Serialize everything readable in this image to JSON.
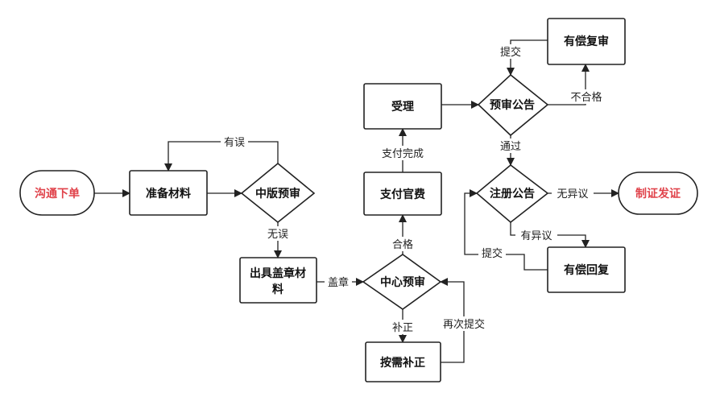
{
  "colors": {
    "stroke": "#222222",
    "text": "#111111",
    "terminal_text": "#e0424a",
    "background": "#ffffff"
  },
  "nodes": {
    "start": "沟通下单",
    "prepare": "准备材料",
    "zhongban_review": "中版预审",
    "stamp_line1": "出具盖章材",
    "stamp_line2": "料",
    "center_review": "中心预审",
    "supplement": "按需补正",
    "pay_fee": "支付官费",
    "accept": "受理",
    "announce": "预审公告",
    "paid_review": "有偿复审",
    "register_announce": "注册公告",
    "paid_reply": "有偿回复",
    "end": "制证发证"
  },
  "edges": {
    "error": "有误",
    "no_error": "无误",
    "stamp": "盖章",
    "supplement": "补正",
    "resubmit": "再次提交",
    "qualified": "合格",
    "pay_done": "支付完成",
    "unqualified": "不合格",
    "submit_top": "提交",
    "passed": "通过",
    "no_objection": "无异议",
    "has_objection": "有异议",
    "submit_bottom": "提交"
  }
}
